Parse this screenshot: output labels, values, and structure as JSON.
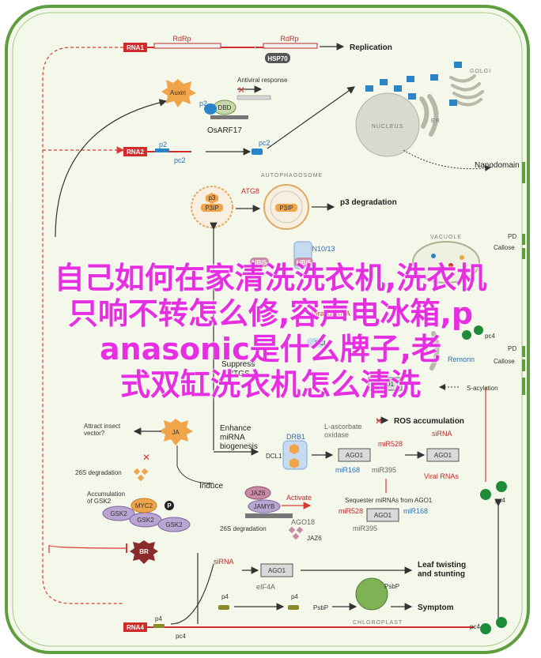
{
  "labels": {
    "rna1": "RNA1",
    "rna2": "RNA2",
    "rna4": "RNA4",
    "rdrp_top": "RdRp",
    "rdrp_mid": "RdRp",
    "hsp70": "HSP70",
    "replication": "Replication",
    "auxin": "Auxin",
    "antiviral": "Antiviral response",
    "p2": "p2",
    "dbd": "DBD",
    "osarf17": "OsARF17",
    "p2_small": "p2",
    "pc2_a": "pc2",
    "pc2_b": "pc2",
    "golgi": "GOLGI",
    "nucleus": "NUCLEUS",
    "er_top": "ER",
    "nanodomain": "Nanodomain",
    "autophagosome": "AUTOPHAGOSOME",
    "p3ip_a": "P3IP",
    "p3ip_b": "P3IP",
    "atg8": "ATG8",
    "p3": "p3",
    "p3_degradation": "p3 degradation",
    "rpn": "RPN10/13",
    "vacuole": "VACUOLE",
    "pd": "PD",
    "callose_top": "Callose",
    "ubi5": "UBI5",
    "ubi5b": "UBI5",
    "viral_dsrna": "Viral dsRNA",
    "dcl": "DCL",
    "suppress": "Suppress",
    "rtgs": "RTGS",
    "ago1_mid": "AGO1",
    "s_acylation": "S-acylation",
    "pc4_right": "pc4",
    "p4_right": "p4",
    "remorin": "Remorin",
    "callose_mid": "Callose",
    "er_mid": "ER",
    "attract": "Attract insect\nvector?",
    "ja": "JA",
    "enhance": "Enhance\nmiRNA\nbiogenesis",
    "drb1": "DRB1",
    "dcl1": "DCL1",
    "l_ascorbate": "L-ascorbate\noxidase",
    "mir528": "miR528",
    "mir168": "miR168",
    "mir395": "miR395",
    "ago1_a": "AGO1",
    "ros": "ROS accumulation",
    "sirna_a": "siRNA",
    "ago1_b": "AGO1",
    "viral_rnas": "Viral RNAs",
    "s26_a": "26S degradation",
    "accumulation": "Accumulation\nof GSK2",
    "myc2": "MYC2",
    "gsk2_a": "GSK2",
    "gsk2_b": "GSK2",
    "gsk2_c": "GSK2",
    "p_mark": "P",
    "induce": "Induce",
    "jaz6_a": "JAZ6",
    "jamyb": "JAMYB",
    "activate": "Activate",
    "ago18": "AGO18",
    "s26_b": "26S degradation",
    "jaz6_b": "JAZ6",
    "sequester": "Sequester miRNAs from AGO1",
    "mir528b": "miR528",
    "ago1_c": "AGO1",
    "mir168b": "miR168",
    "mir395b": "miR395",
    "pc4_mid": "pc4",
    "br": "BR",
    "sirna_b": "siRNA",
    "ago1_d": "AGO1",
    "elf4a": "eIF4A",
    "leaf": "Leaf twisting\nand stunting",
    "psbp": "PsbP",
    "p4_a": "p4",
    "p4_b": "p4",
    "psbp_b": "PsbP",
    "symptom": "Symptom",
    "chloroplast": "CHLOROPLAST",
    "pc4_bottom": "pc4",
    "pc4_bottom2": "pc4"
  },
  "overlay_title": [
    "自己如何在家清洗洗衣机,洗衣机",
    "只响不转怎么修,容声电冰箱,p",
    "anasonic是什么牌子,老",
    "式双缸洗衣机怎么清洗"
  ],
  "colors": {
    "cell_border": "#5f9e3f",
    "cell_fill": "#f4f8ea",
    "rna_red": "#d22b2b",
    "arrow": "#333333",
    "inhibit_red": "#d93a34",
    "protein_pink": "#c98aa6",
    "protein_orange": "#f1a54a",
    "blue_icon": "#2a84c7",
    "overlay": "#e62fe0"
  }
}
